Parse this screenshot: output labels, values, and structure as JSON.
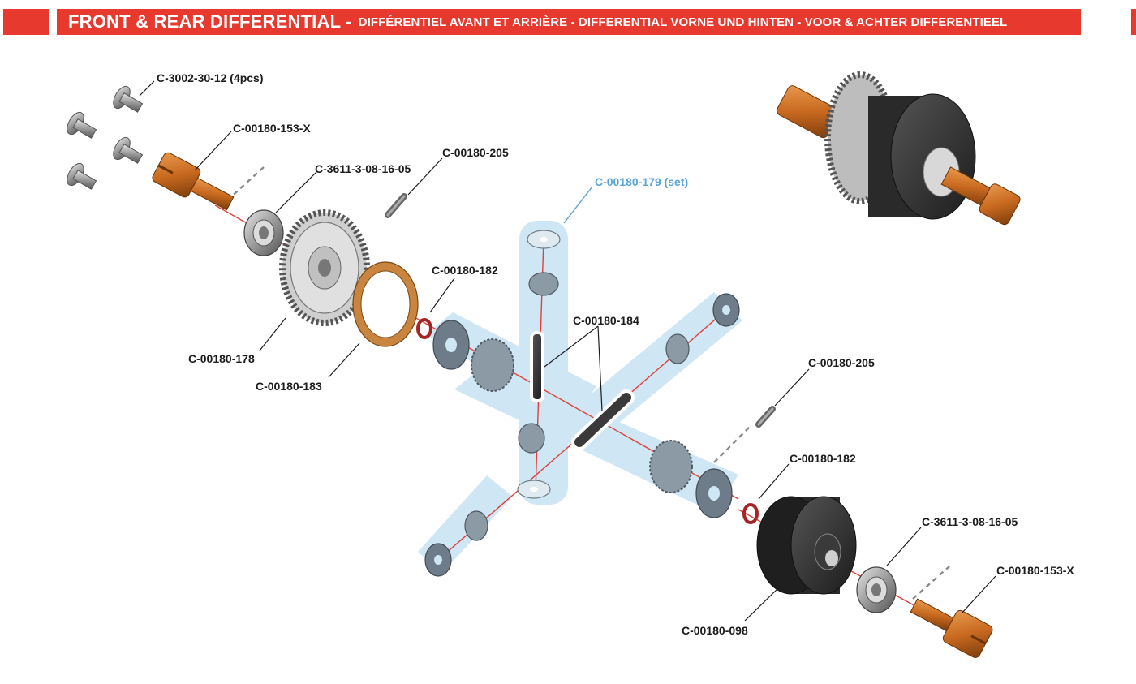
{
  "header": {
    "title": "FRONT & REAR DIFFERENTIAL -",
    "subtitle": "DIFFÉRENTIEL AVANT ET ARRIÈRE - DIFFERENTIAL VORNE UND HINTEN - VOOR & ACHTER DIFFERENTIEEL",
    "accent_color": "#e8392f"
  },
  "parts": {
    "screws": "C-3002-30-12 (4pcs)",
    "outdrive_left": "C-00180-153-X",
    "bearing_left": "C-3611-3-08-16-05",
    "pin_left": "C-00180-205",
    "gear_set": "C-00180-179 (set)",
    "o_ring_left": "C-00180-182",
    "ring_gear": "C-00180-178",
    "gasket": "C-00180-183",
    "cross_pins": "C-00180-184",
    "pin_right": "C-00180-205",
    "o_ring_right": "C-00180-182",
    "bearing_right": "C-3611-3-08-16-05",
    "outdrive_right": "C-00180-153-X",
    "diff_case": "C-00180-098"
  },
  "colors": {
    "highlight": "#cfe6f5",
    "copper": "#c8691f",
    "label_blue": "#5aa5d6",
    "axis_red": "#e0403a"
  }
}
